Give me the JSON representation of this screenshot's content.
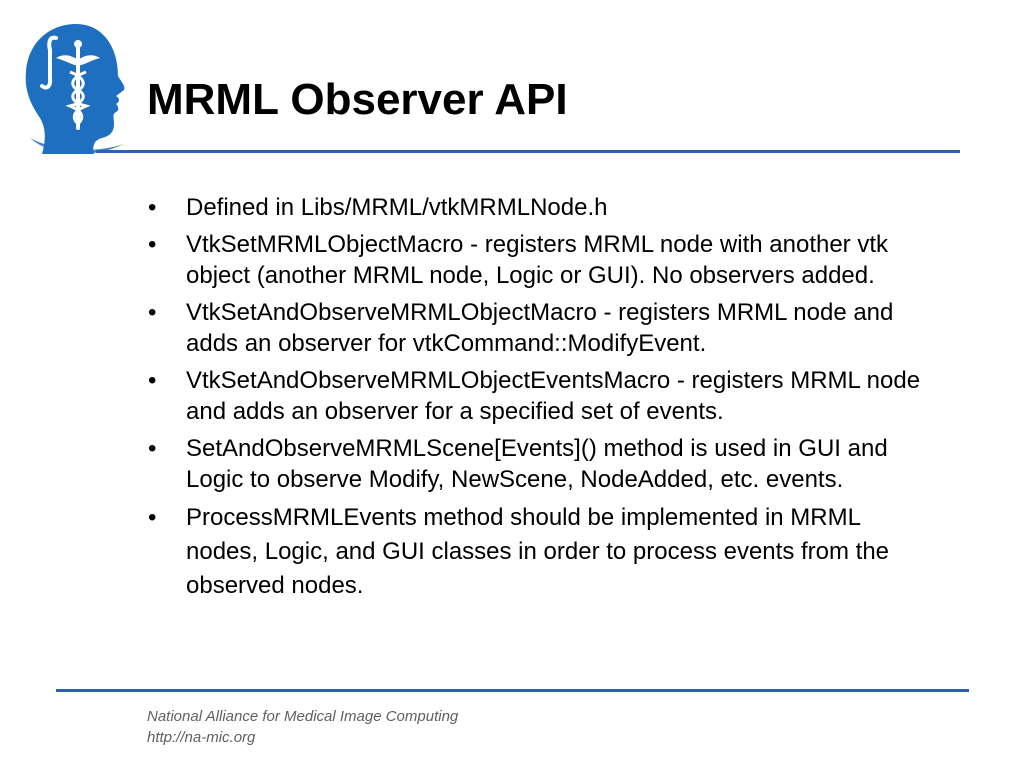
{
  "slide": {
    "title": "MRML Observer API",
    "bullet_glyph": "•",
    "bullets": [
      "Defined in Libs/MRML/vtkMRMLNode.h",
      "VtkSetMRMLObjectMacro - registers MRML node with another vtk object (another MRML node, Logic or GUI). No observers added.",
      "VtkSetAndObserveMRMLObjectMacro - registers MRML node and adds an observer for vtkCommand::ModifyEvent.",
      "VtkSetAndObserveMRMLObjectEventsMacro - registers MRML node and adds an observer for a specified set of events.",
      "SetAndObserveMRMLScene[Events]() method is used in GUI and Logic to observe Modify, NewScene, NodeAdded, etc. events.",
      "ProcessMRMLEvents method should be implemented in MRML nodes, Logic, and GUI classes in order to process events from the observed nodes."
    ]
  },
  "footer": {
    "organization": "National Alliance for Medical Image Computing",
    "url": "http://na-mic.org"
  },
  "logo": {
    "icon": "slicer-head-caduceus-logo",
    "color": "#1f6fc1"
  },
  "colors": {
    "accent_line": "#2c62ad",
    "footer_text": "#606060"
  }
}
